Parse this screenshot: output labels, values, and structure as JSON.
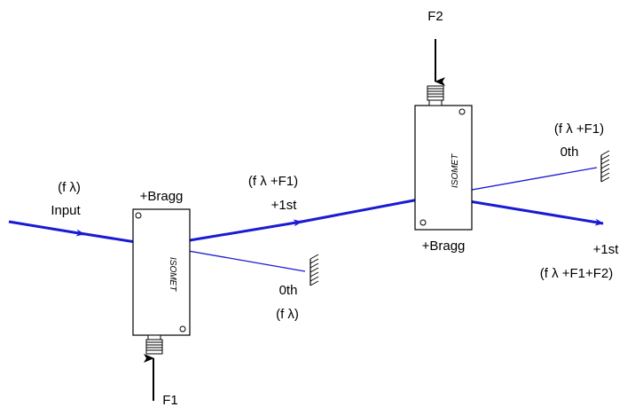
{
  "colors": {
    "beam": "#1a1ad4",
    "outline": "#000000",
    "background": "#ffffff"
  },
  "input": {
    "freq": "(f λ)",
    "label": "Input"
  },
  "aom1": {
    "label": "+Bragg",
    "brand": "ISOMET",
    "rf_input": "F1"
  },
  "beam1_first": {
    "freq": "(f λ +F1)",
    "order": "+1st"
  },
  "beam1_zero": {
    "order": "0th",
    "freq": "(f λ)"
  },
  "aom2": {
    "label": "+Bragg",
    "brand": "ISOMET",
    "rf_input": "F2"
  },
  "beam2_zero": {
    "freq": "(f λ +F1)",
    "order": "0th"
  },
  "beam2_first": {
    "order": "+1st",
    "freq": "(f λ +F1+F2)"
  }
}
